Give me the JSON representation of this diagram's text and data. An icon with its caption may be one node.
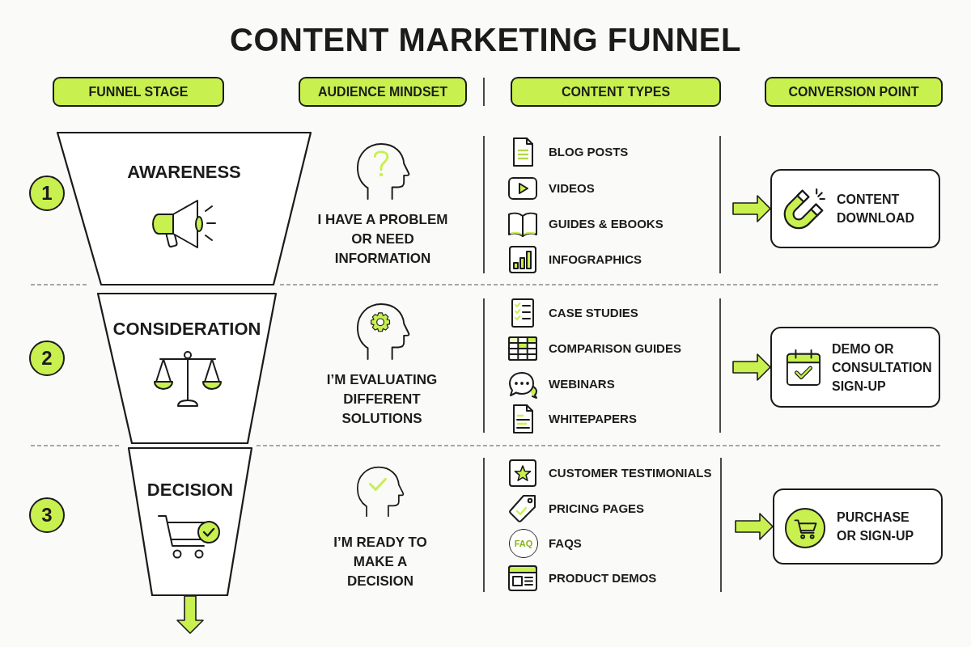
{
  "diagram": {
    "title": "CONTENT MARKETING FUNNEL",
    "nodes": [
      {
        "text": [
          "FUNNEL STAGE"
        ]
      },
      {
        "text": [
          "AUDIENCE MINDSET"
        ]
      },
      {
        "text": [
          "CONTENT TYPES"
        ]
      },
      {
        "text": [
          "CONVERSION POINT"
        ]
      },
      {
        "text": [
          "1"
        ]
      },
      {
        "text": [
          "AWARENESS"
        ]
      },
      {
        "text": [
          "CONTENT DOWNLOAD"
        ]
      },
      {
        "text": [
          "2"
        ]
      },
      {
        "text": [
          "CONSIDERATION"
        ]
      },
      {
        "text": [
          "DEMO OR CONSULTATION SIGN-UP"
        ]
      },
      {
        "text": [
          "3"
        ]
      },
      {
        "text": [
          "DECISION"
        ]
      },
      {
        "text": [
          "PURCHASE OR SIGN-UP"
        ]
      }
    ],
    "edges": [
      {
        "from": null,
        "to": 6,
        "arrow": "to"
      },
      {
        "from": null,
        "to": 9,
        "arrow": "to"
      },
      {
        "from": null,
        "to": 12,
        "arrow": "to"
      },
      {
        "from": 11,
        "to": null,
        "arrow": "to"
      }
    ],
    "labels": [
      "I HAVE A PROBLEM OR NEED INFORMATION",
      "BLOG POSTS",
      "VIDEOS",
      "GUIDES & EBOOKS",
      "INFOGRAPHICS",
      "I’M EVALUATING DIFFERENT SOLUTIONS",
      "CASE STUDIES",
      "COMPARISON GUIDES",
      "WEBINARS",
      "WHITEPAPERS",
      "I’M READY TO MAKE A DECISION",
      "CUSTOMER TESTIMONIALS",
      "PRICING PAGES",
      "FAQ",
      "FAQS",
      "PRODUCT DEMOS"
    ]
  }
}
